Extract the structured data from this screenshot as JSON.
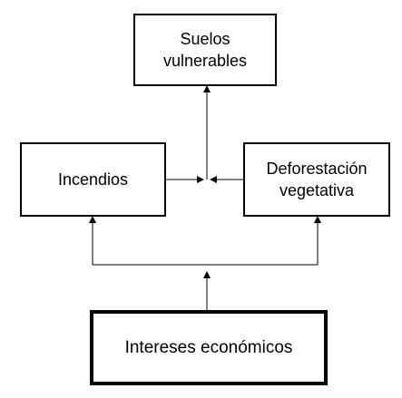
{
  "diagram": {
    "nodes": {
      "top": {
        "label": "Suelos\nvulnerables"
      },
      "left": {
        "label": "Incendios"
      },
      "right": {
        "label": "Deforestación\nvegetativa"
      },
      "bottom": {
        "label": "Intereses económicos"
      }
    },
    "edges": [
      {
        "from": "bottom",
        "to": "left"
      },
      {
        "from": "bottom",
        "to": "right"
      },
      {
        "from": "left",
        "to": "top"
      },
      {
        "from": "right",
        "to": "top"
      }
    ],
    "colors": {
      "stroke": "#000000",
      "fill": "#ffffff",
      "text": "#000000"
    }
  }
}
